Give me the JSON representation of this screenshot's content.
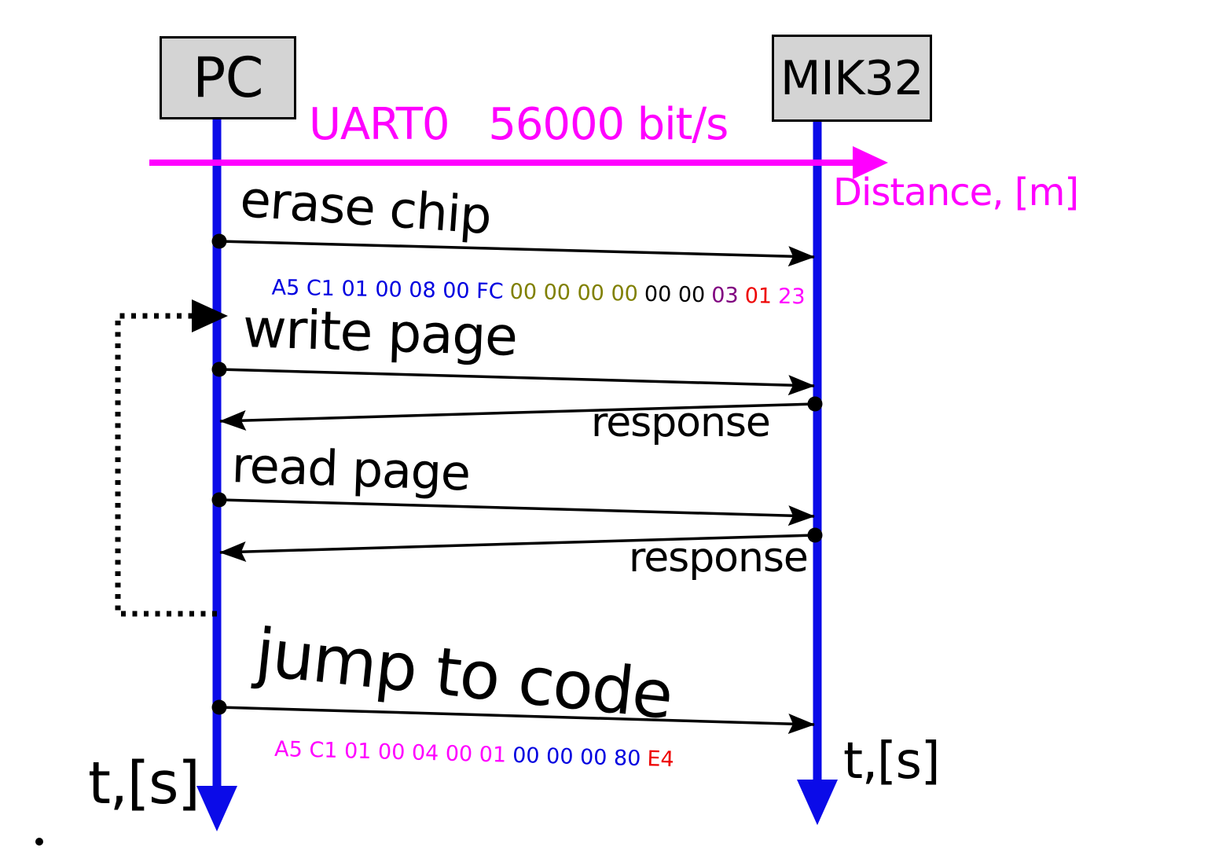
{
  "actors": {
    "pc": {
      "label": "PC"
    },
    "mik32": {
      "label": "MIK32"
    }
  },
  "bus": {
    "label": "UART0   56000 bit/s",
    "axis_label": "Distance, [m]",
    "color": "#ff00ff"
  },
  "time_axis": {
    "pc_label": "t,[s]",
    "mik32_label": "t,[s]"
  },
  "messages": {
    "erase": {
      "label": "erase chip",
      "from": "PC",
      "to": "MIK32",
      "bytes": [
        {
          "text": "A5 C1 01 00 08 00 FC",
          "color": "#0000e0"
        },
        {
          "text": "00 00 00 00",
          "color": "#808000"
        },
        {
          "text": "00 00",
          "color": "#000000"
        },
        {
          "text": "03",
          "color": "#800080"
        },
        {
          "text": "01",
          "color": "#ee0000"
        },
        {
          "text": "23",
          "color": "#ff00ff"
        }
      ]
    },
    "write": {
      "label": "write page",
      "from": "PC",
      "to": "MIK32"
    },
    "write_response": {
      "label": "response",
      "from": "MIK32",
      "to": "PC"
    },
    "read": {
      "label": "read page",
      "from": "PC",
      "to": "MIK32"
    },
    "read_response": {
      "label": "response",
      "from": "MIK32",
      "to": "PC"
    },
    "jump": {
      "label": "jump to code",
      "from": "PC",
      "to": "MIK32",
      "bytes": [
        {
          "text": "A5 C1 01 00 04 00 01",
          "color": "#ff00ff"
        },
        {
          "text": "00 00 00 80",
          "color": "#0000e0"
        },
        {
          "text": "E4",
          "color": "#ee0000"
        }
      ]
    }
  },
  "colors": {
    "lifeline": "#0b0be8",
    "bus": "#ff00ff",
    "actor_fill": "#d4d4d4",
    "actor_border": "#000000",
    "message": "#000000",
    "loop": "#000000"
  }
}
